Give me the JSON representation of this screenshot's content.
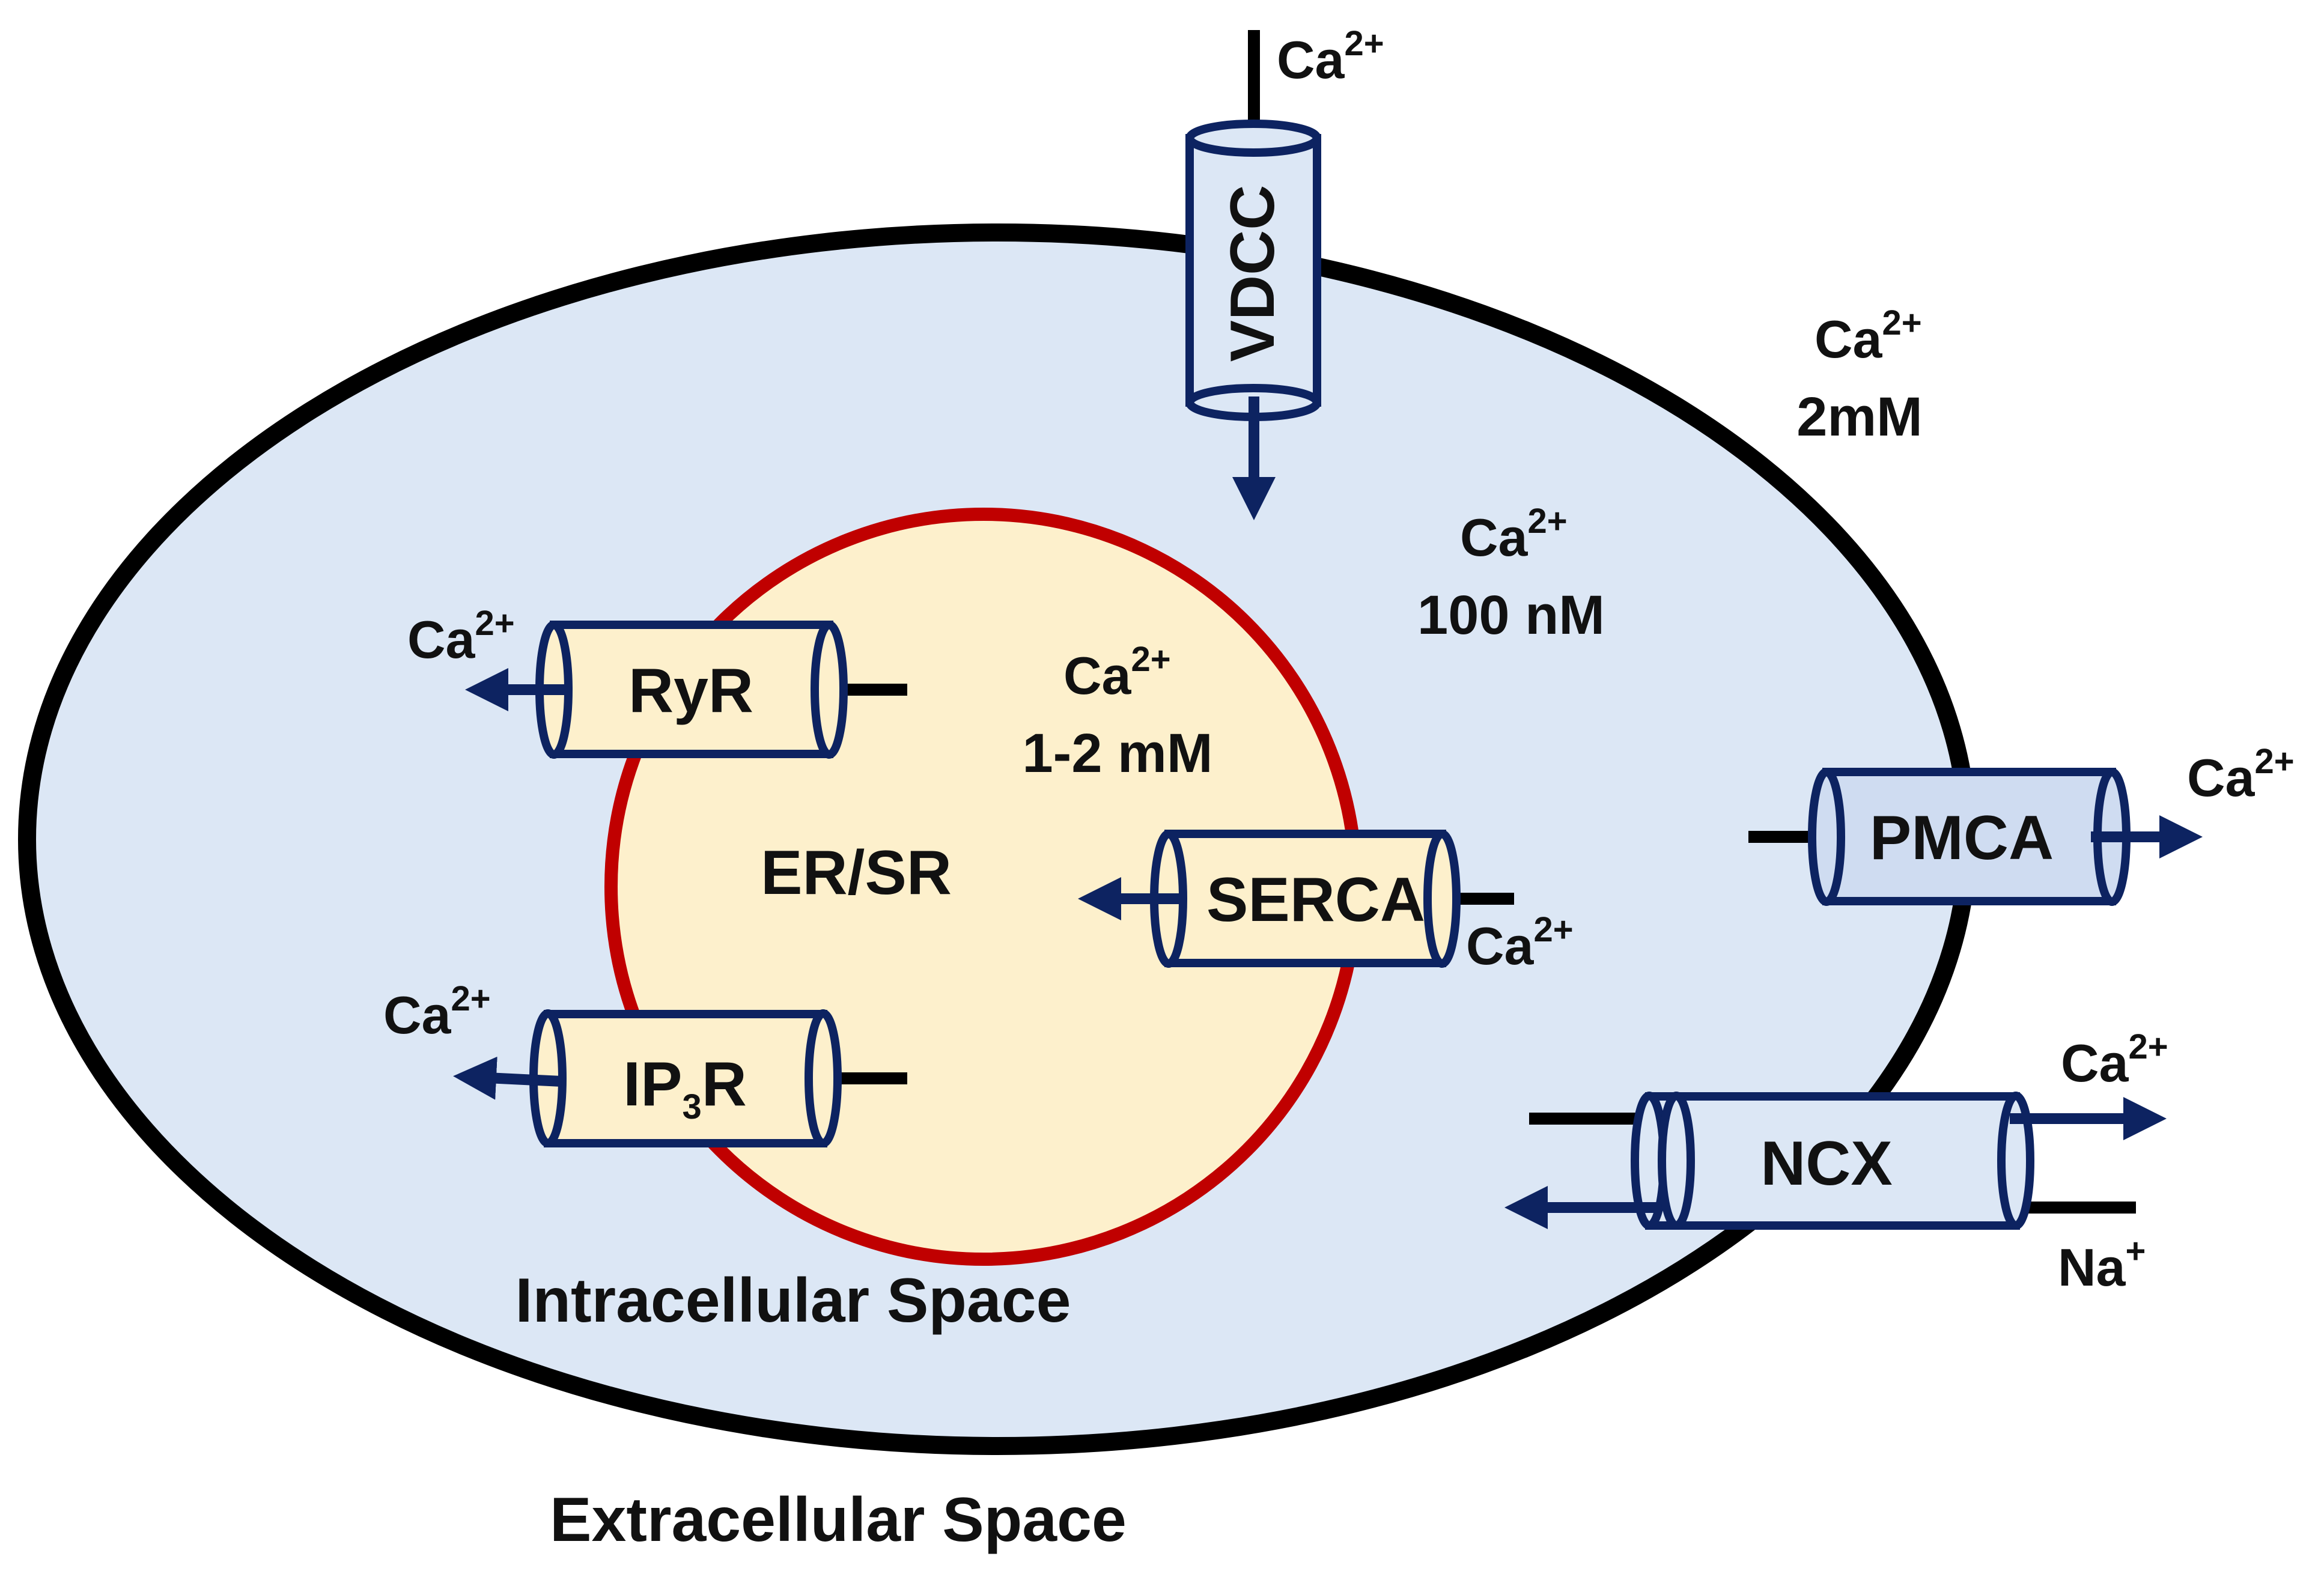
{
  "colors": {
    "cell_fill": "#dce7f5",
    "cell_border": "#000000",
    "er_fill": "#fdf0cc",
    "er_border": "#c00000",
    "channel_border": "#0d2361",
    "arrow": "#0d2361",
    "pmca_fill": "#cfdcf1"
  },
  "labels": {
    "extracellular": "Extracellular Space",
    "intracellular": "Intracellular Space",
    "er": "ER/SR"
  },
  "ion": {
    "ca": "Ca",
    "ca_charge": "2+",
    "na": "Na",
    "na_charge": "+"
  },
  "concentrations": {
    "extracellular": "2mM",
    "cytosol": "100 nM",
    "er": "1-2 mM"
  },
  "channels": {
    "vdcc": "VDCC",
    "ryr": "RyR",
    "ip3r_prefix": "IP",
    "ip3r_sub": "3",
    "ip3r_suffix": "R",
    "serca": "SERCA",
    "pmca": "PMCA",
    "ncx": "NCX"
  }
}
